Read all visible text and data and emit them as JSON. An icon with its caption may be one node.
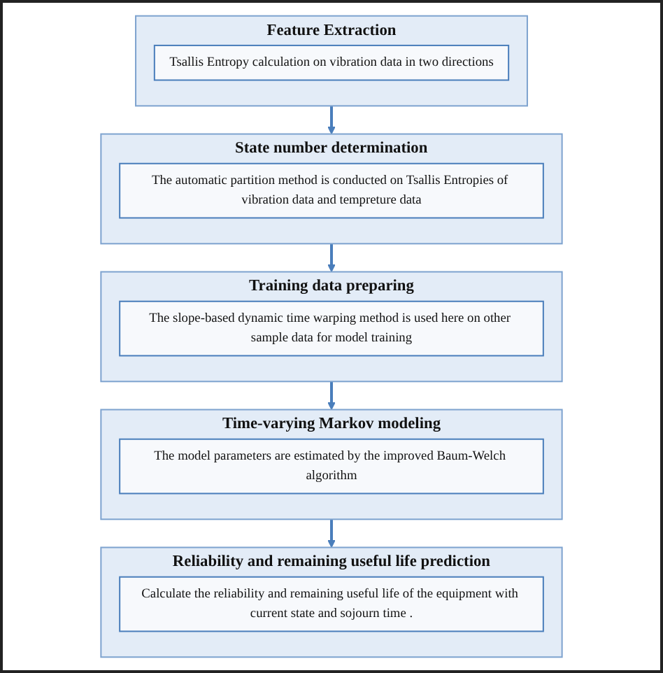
{
  "diagram": {
    "nodes": [
      {
        "text": [
          "Feature Extraction"
        ]
      },
      {
        "text": [
          "Tsallis Entropy calculation on vibration data in two directions"
        ],
        "in": 0
      },
      {
        "text": [
          "State number determination"
        ]
      },
      {
        "text": [
          "The automatic partition method is conducted on Tsallis Entropies of vibration data and tempreture data"
        ],
        "in": 2
      },
      {
        "text": [
          "Training data preparing"
        ]
      },
      {
        "text": [
          "The slope-based dynamic time warping method is used here on other sample data for model training"
        ],
        "in": 4
      },
      {
        "text": [
          "Time-varying Markov modeling"
        ]
      },
      {
        "text": [
          "The model parameters are estimated by the improved Baum-Welch algorithm"
        ],
        "in": 6
      },
      {
        "text": [
          "Reliability and remaining useful life prediction"
        ]
      },
      {
        "text": [
          "Calculate the reliability and remaining useful life of the equipment with current state and sojourn time ."
        ],
        "in": 8
      }
    ],
    "edges": [
      {
        "from": 0,
        "to": 2,
        "arrow": "to"
      },
      {
        "from": 2,
        "to": 4,
        "arrow": "to"
      },
      {
        "from": 4,
        "to": 6,
        "arrow": "to"
      },
      {
        "from": 6,
        "to": 8,
        "arrow": "to"
      }
    ]
  }
}
